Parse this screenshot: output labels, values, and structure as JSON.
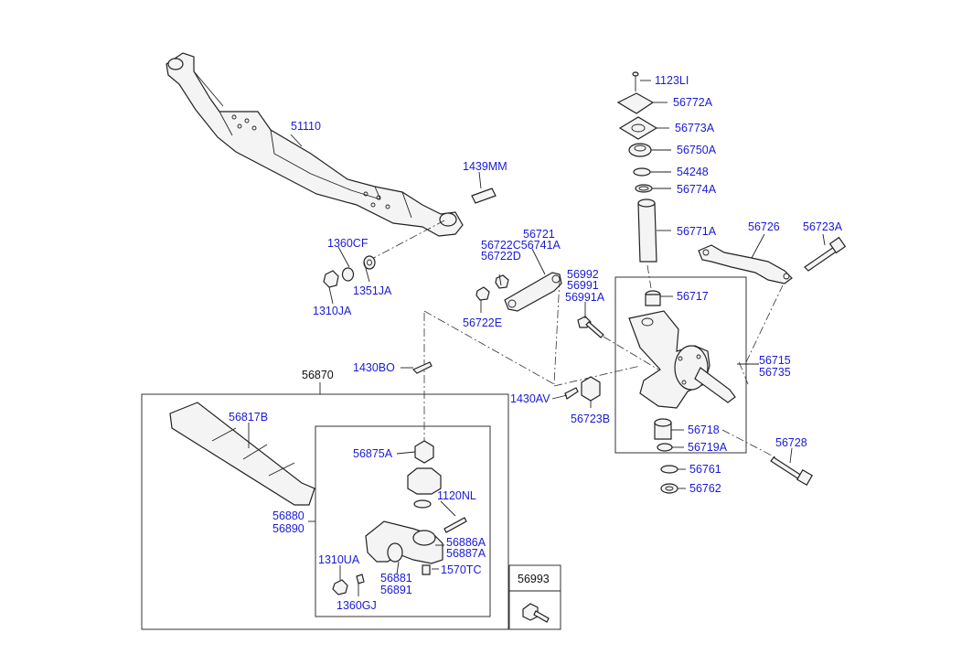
{
  "colors": {
    "link": "#1a1ad6",
    "plain": "#111111"
  },
  "labels": {
    "51110": "51110",
    "1439MM": "1439MM",
    "1360CF": "1360CF",
    "1351JA": "1351JA",
    "1310JA": "1310JA",
    "1430BO": "1430BO",
    "56870": "56870",
    "56817B": "56817B",
    "56875A": "56875A",
    "1120NL": "1120NL",
    "56880": "56880",
    "56890": "56890",
    "56886A": "56886A",
    "56887A": "56887A",
    "1310UA": "1310UA",
    "1570TC": "1570TC",
    "56881": "56881",
    "56891": "56891",
    "1360GJ": "1360GJ",
    "56993": "56993",
    "56721": "56721",
    "56722C56741A": "56722C56741A",
    "56722D": "56722D",
    "56722E": "56722E",
    "56992": "56992",
    "56991": "56991",
    "56991A": "56991A",
    "1430AV": "1430AV",
    "56723B": "56723B",
    "1123LI": "1123LI",
    "56772A": "56772A",
    "56773A": "56773A",
    "56750A": "56750A",
    "54248": "54248",
    "56774A": "56774A",
    "56771A": "56771A",
    "56726": "56726",
    "56723A": "56723A",
    "56717": "56717",
    "56715": "56715",
    "56735": "56735",
    "56718": "56718",
    "56719A": "56719A",
    "56728": "56728",
    "56761": "56761",
    "56762": "56762"
  }
}
